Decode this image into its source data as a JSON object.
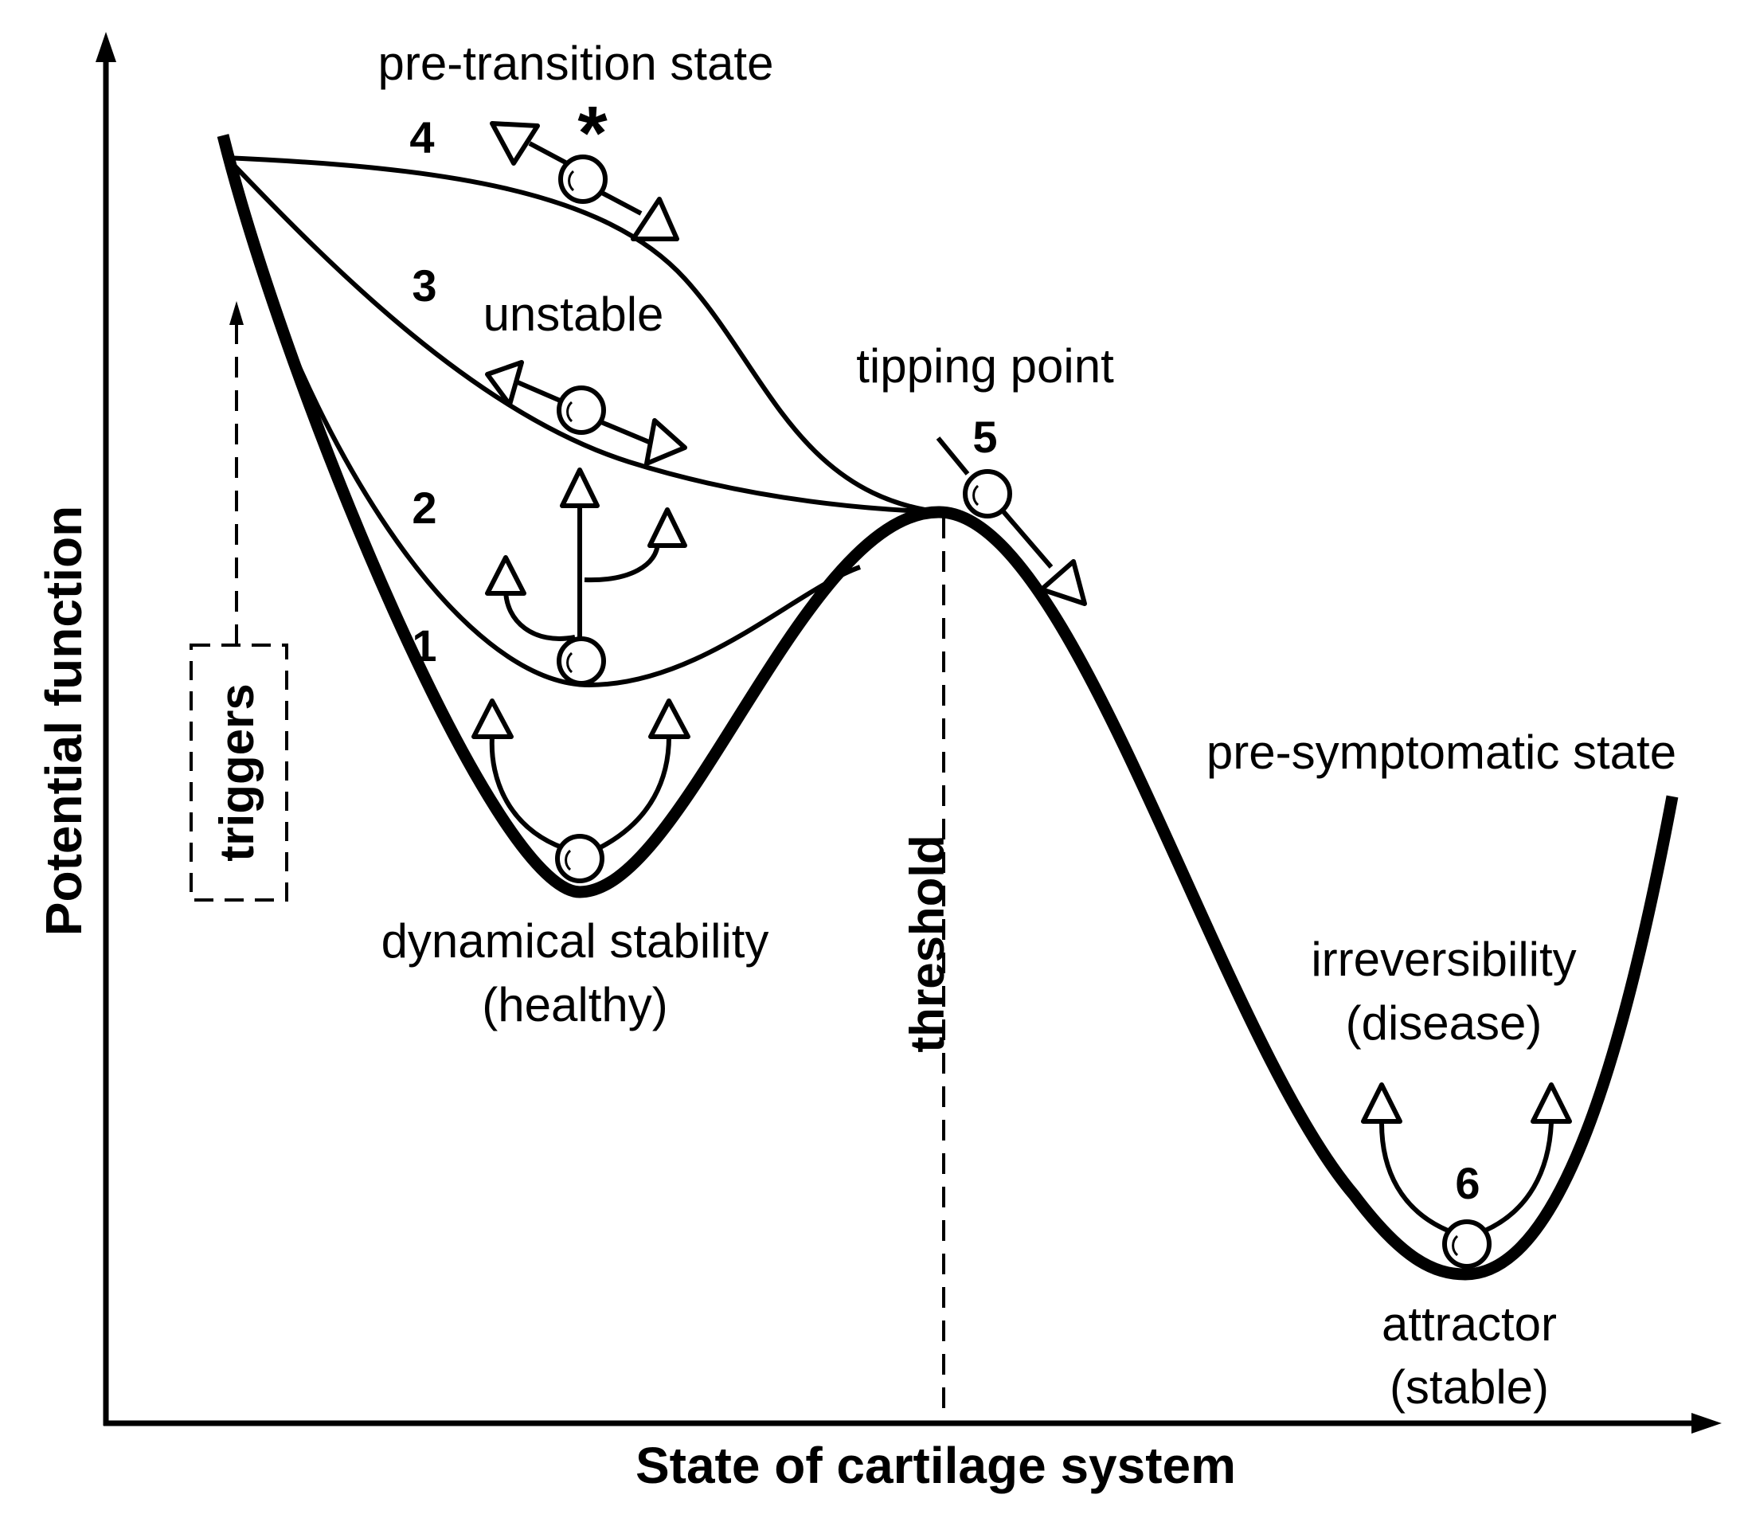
{
  "axes": {
    "x_label": "State of cartilage system",
    "y_label": "Potential function"
  },
  "curve_numbers": {
    "c1": "1",
    "c2": "2",
    "c3": "3",
    "c4": "4",
    "c5": "5",
    "c6": "6"
  },
  "labels": {
    "pre_transition": "pre-transition state",
    "star": "*",
    "unstable": "unstable",
    "tipping_point": "tipping point",
    "triggers": "triggers",
    "threshold": "threshold",
    "stability_line1": "dynamical stability",
    "stability_line2": "(healthy)",
    "pre_symptomatic": "pre-symptomatic state",
    "irreversibility_line1": "irreversibility",
    "irreversibility_line2": "(disease)",
    "attractor_line1": "attractor",
    "attractor_line2": "(stable)"
  }
}
